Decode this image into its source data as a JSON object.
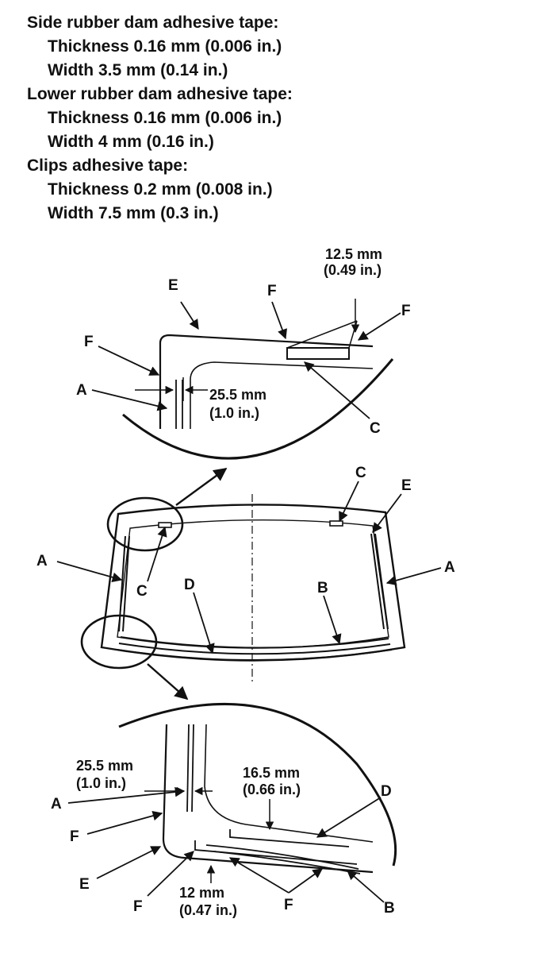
{
  "specs": {
    "side": {
      "title": "Side rubber dam adhesive tape:",
      "thickness": "Thickness 0.16 mm (0.006 in.)",
      "width": "Width 3.5 mm (0.14 in.)"
    },
    "lower": {
      "title": "Lower rubber dam adhesive tape:",
      "thickness": "Thickness 0.16 mm (0.006 in.)",
      "width": "Width 4 mm (0.16 in.)"
    },
    "clips": {
      "title": "Clips adhesive tape:",
      "thickness": "Thickness 0.2 mm (0.008 in.)",
      "width": "Width 7.5 mm (0.3 in.)"
    }
  },
  "labels": {
    "A": "A",
    "B": "B",
    "C": "C",
    "D": "D",
    "E": "E",
    "F": "F"
  },
  "dimensions": {
    "top_right_mm": "12.5 mm",
    "top_right_in": "(0.49 in.)",
    "top_side_mm": "25.5 mm",
    "top_side_in": "(1.0 in.)",
    "bottom_side_mm": "25.5 mm",
    "bottom_side_in": "(1.0 in.)",
    "bottom_lower_mm": "16.5 mm",
    "bottom_lower_in": "(0.66 in.)",
    "bottom_edge_mm": "12 mm",
    "bottom_edge_in": "(0.47 in.)"
  }
}
